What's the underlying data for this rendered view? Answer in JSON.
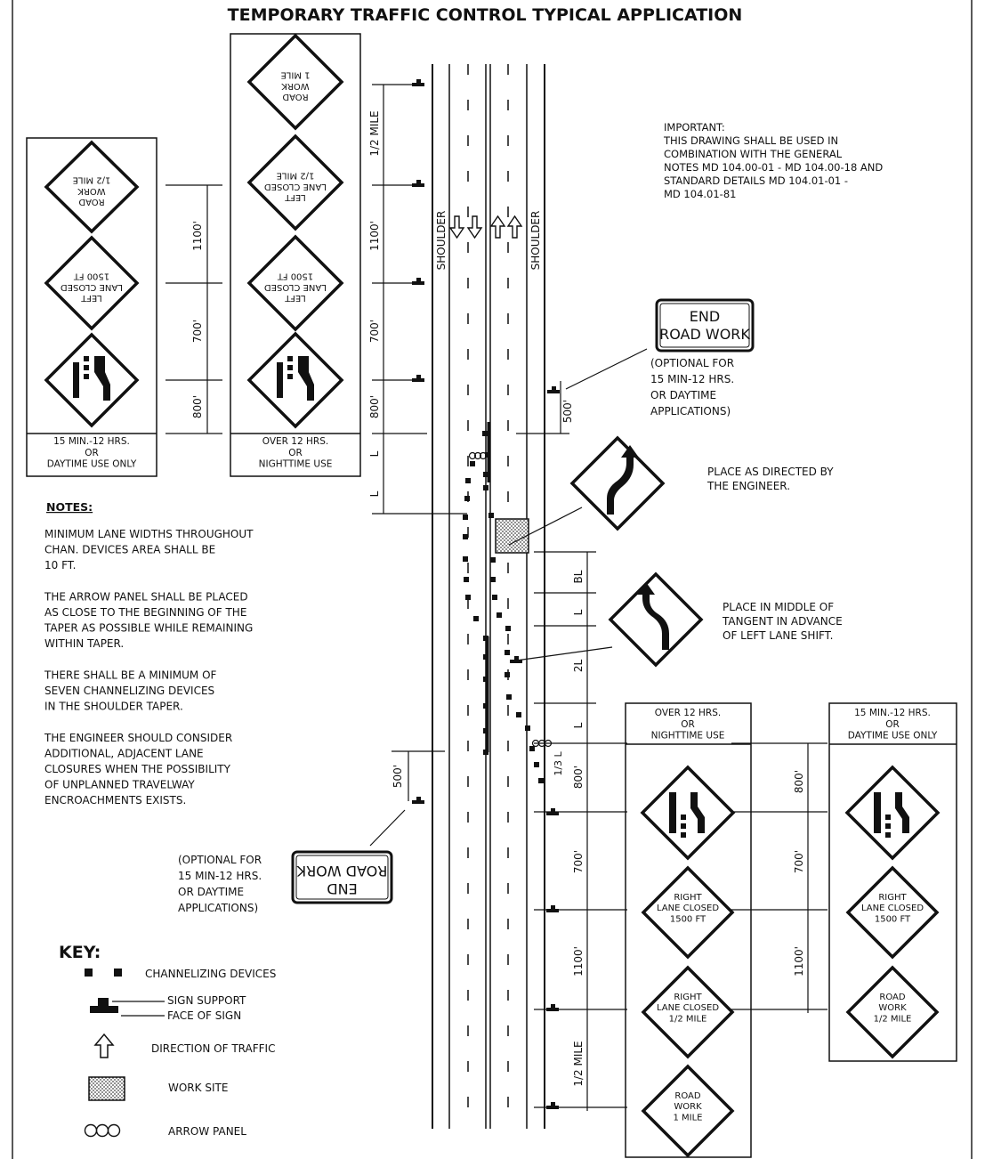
{
  "title": "TEMPORARY TRAFFIC CONTROL TYPICAL APPLICATION",
  "important": [
    "IMPORTANT:",
    "THIS DRAWING SHALL BE USED IN",
    "COMBINATION WITH THE GENERAL",
    "NOTES MD 104.00-01 - MD 104.00-18 AND",
    "STANDARD DETAILS MD 104.01-01 -",
    "MD 104.01-81"
  ],
  "notes": {
    "heading": "NOTES:",
    "lines": [
      "MINIMUM LANE WIDTHS THROUGHOUT",
      "CHAN. DEVICES AREA SHALL BE",
      "10 FT.",
      "",
      "THE ARROW PANEL SHALL BE PLACED",
      "AS CLOSE TO THE BEGINNING OF THE",
      "TAPER AS POSSIBLE WHILE REMAINING",
      "WITHIN TAPER.",
      "",
      "THERE SHALL BE A MINIMUM OF",
      "SEVEN CHANNELIZING DEVICES",
      "IN THE SHOULDER TAPER.",
      "",
      "THE ENGINEER SHOULD CONSIDER",
      "ADDITIONAL, ADJACENT LANE",
      "CLOSURES WHEN THE POSSIBILITY",
      "OF UNPLANNED TRAVELWAY",
      "ENCROACHMENTS EXISTS."
    ]
  },
  "shoulder_label": "SHOULDER",
  "panels": {
    "left_day": "15 MIN.-12 HRS.|OR|DAYTIME USE ONLY",
    "left_night": "OVER 12 HRS.|OR|NIGHTTIME USE",
    "right_night": "OVER 12 HRS.|OR|NIGHTTIME USE",
    "right_day": "15 MIN.-12 HRS.|OR|DAYTIME USE ONLY"
  },
  "signs": {
    "road_work_half_mile": "ROAD|WORK|1/2 MILE",
    "road_work_1_mile": "ROAD|WORK|1 MILE",
    "left_lane_closed_half_mile": "LEFT|LANE CLOSED|1/2 MILE",
    "left_lane_closed_1500": "LEFT|LANE CLOSED|1500 FT",
    "right_lane_closed_1500": "RIGHT|LANE CLOSED|1500 FT",
    "right_lane_closed_half_mile": "RIGHT|LANE CLOSED|1/2 MILE",
    "end_road_work": "END|ROAD WORK"
  },
  "distances": {
    "half_mile": "1/2 MILE",
    "d1100": "1100'",
    "d700": "700'",
    "d800": "800'",
    "d500": "500'",
    "L": "L",
    "BL": "BL",
    "twoL": "2L",
    "thirdL": "1/3 L"
  },
  "callouts": {
    "optional": "(OPTIONAL FOR|15 MIN-12 HRS.|OR DAYTIME|APPLICATIONS)",
    "place_as_directed": "PLACE AS DIRECTED BY|THE ENGINEER.",
    "place_in_middle": "PLACE IN MIDDLE OF|TANGENT IN ADVANCE|OF LEFT LANE SHIFT."
  },
  "key": {
    "heading": "KEY:",
    "channelizing": "CHANNELIZING DEVICES",
    "sign_support": "SIGN SUPPORT",
    "face_of_sign": "FACE OF SIGN",
    "direction": "DIRECTION OF TRAFFIC",
    "work_site": "WORK SITE",
    "arrow_panel": "ARROW PANEL"
  }
}
